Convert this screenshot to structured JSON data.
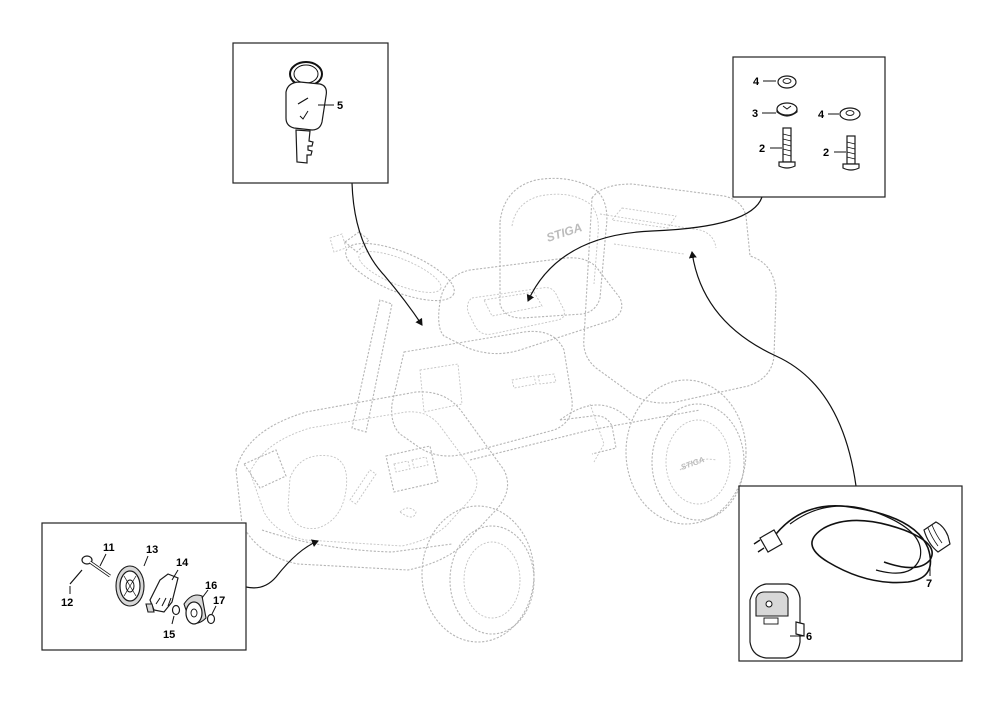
{
  "diagram": {
    "brand_text": "STIGA",
    "callouts": {
      "key": "5",
      "washer_top": "4",
      "spacer": "3",
      "bolt_left": "2",
      "washer_right": "4",
      "bolt_right": "2",
      "cable": "7",
      "charger": "6",
      "pin": "11",
      "clip": "12",
      "wheel": "13",
      "bracket": "14",
      "small_washer": "15",
      "knob": "16",
      "nut": "17"
    }
  }
}
